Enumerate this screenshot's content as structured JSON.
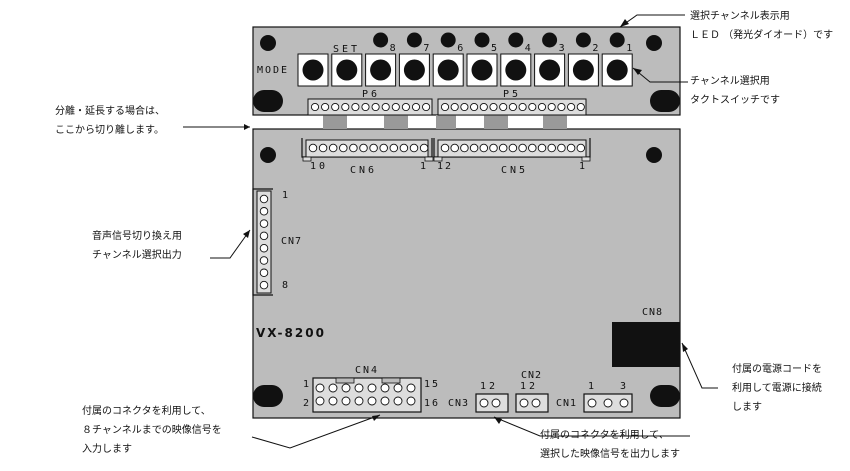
{
  "model": "VX-8200",
  "top_board": {
    "mode_label": "MODE",
    "set_label": "SET",
    "channel_numbers": [
      "8",
      "7",
      "6",
      "5",
      "4",
      "3",
      "2",
      "1"
    ]
  },
  "connectors": {
    "p6": "P6",
    "p5": "P5",
    "cn6": "CN6",
    "cn6_left": "10",
    "cn6_right": "1",
    "cn5": "CN5",
    "cn5_left": "12",
    "cn5_right": "1",
    "cn7": "CN7",
    "cn7_top": "1",
    "cn7_bottom": "8",
    "cn8": "CN8",
    "cn4": "CN4",
    "cn4_pins": [
      "1",
      "2",
      "15",
      "16"
    ],
    "cn3": "CN3",
    "cn3_pins": "12",
    "cn2": "CN2",
    "cn2_pins": "12",
    "cn1": "CN1",
    "cn1_pins": [
      "1",
      "3"
    ]
  },
  "annotations": {
    "led": [
      "選択チャンネル表示用",
      "ＬＥＤ （発光ダイオード）です"
    ],
    "switch": [
      "チャンネル選択用",
      "タクトスイッチです"
    ],
    "separate": [
      "分離・延長する場合は、",
      "ここから切り離します。"
    ],
    "cn7": [
      "音声信号切り換え用",
      "チャンネル選択出力"
    ],
    "power": [
      "付属の電源コードを",
      "利用して電源に接続",
      "します"
    ],
    "cn4": [
      "付属のコネクタを利用して、",
      "８チャンネルまでの映像信号を",
      "入力します"
    ],
    "output": [
      "付属のコネクタを利用して、",
      "選択した映像信号を出力します"
    ]
  },
  "colors": {
    "board": "#bcbcbc",
    "button_face": "#ffffff",
    "led": "#111111",
    "outline": "#111111"
  }
}
